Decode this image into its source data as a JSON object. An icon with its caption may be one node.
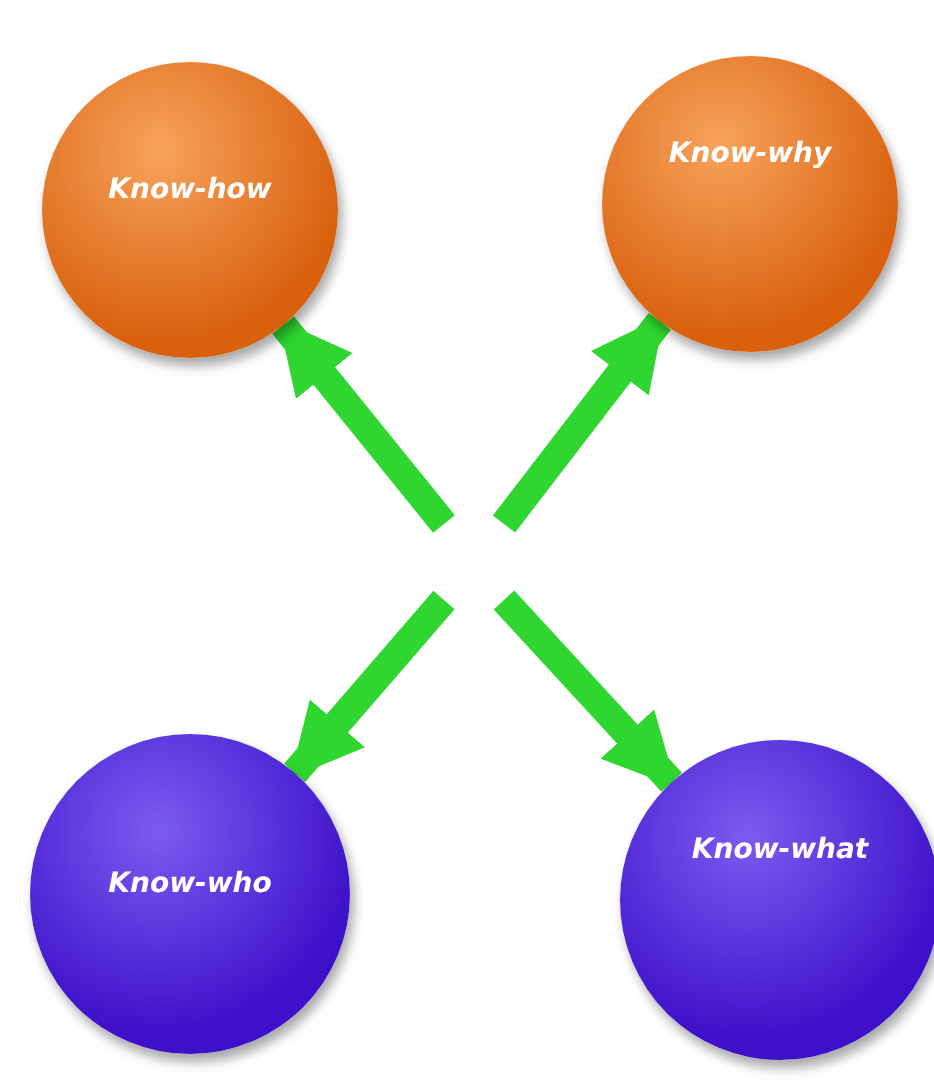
{
  "diagram": {
    "nodes": [
      {
        "text": [
          "Know-how"
        ]
      },
      {
        "text": [
          "Know-why"
        ]
      },
      {
        "text": [
          "Know-who"
        ]
      },
      {
        "text": [
          "Know-what"
        ]
      }
    ],
    "edges": [
      {
        "from": null,
        "to": 0,
        "arrow": "to"
      },
      {
        "from": null,
        "to": 1,
        "arrow": "to"
      },
      {
        "from": null,
        "to": 2,
        "arrow": "to"
      },
      {
        "from": null,
        "to": 3,
        "arrow": "to"
      }
    ]
  }
}
